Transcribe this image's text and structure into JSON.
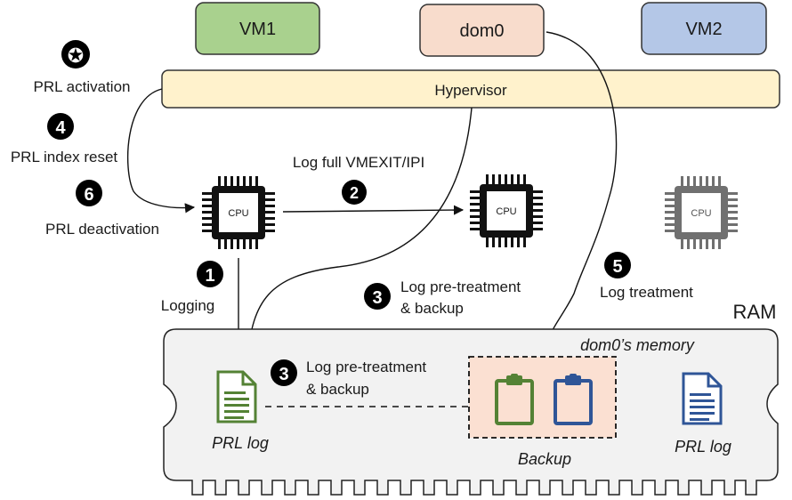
{
  "vms": {
    "vm1": {
      "label": "VM1",
      "color": "#a9d18e"
    },
    "dom0": {
      "label": "dom0",
      "color": "#f8dccc"
    },
    "vm2": {
      "label": "VM2",
      "color": "#b4c7e7"
    }
  },
  "hypervisor": {
    "label": "Hypervisor",
    "color": "#fff2cc"
  },
  "steps": {
    "activation": {
      "marker": "✪",
      "label": "PRL activation"
    },
    "index_reset": {
      "marker": "4",
      "label": "PRL index reset"
    },
    "deactivation": {
      "marker": "6",
      "label": "PRL deactivation"
    },
    "logging": {
      "marker": "1",
      "label": "Logging"
    },
    "log_vmexit": {
      "marker": "2",
      "label": "Log full VMEXIT/IPI"
    },
    "pretreat_top": {
      "marker": "3",
      "line1": "Log pre-treatment",
      "line2": "& backup"
    },
    "pretreat_ram": {
      "marker": "3",
      "line1": "Log pre-treatment",
      "line2": "& backup"
    },
    "treatment": {
      "marker": "5",
      "label": "Log treatment"
    }
  },
  "cpus": {
    "label": "CPU"
  },
  "ram": {
    "label": "RAM",
    "fill": "#f2f2f2",
    "prl_log_left": "PRL log",
    "prl_log_right": "PRL log",
    "dom0_memory": "dom0’s memory",
    "backup": "Backup",
    "backup_fill": "#fbe0d2"
  },
  "colors": {
    "green": "#548235",
    "blue": "#2f5597",
    "cpu_active": "#111111",
    "cpu_idle": "#707070"
  }
}
